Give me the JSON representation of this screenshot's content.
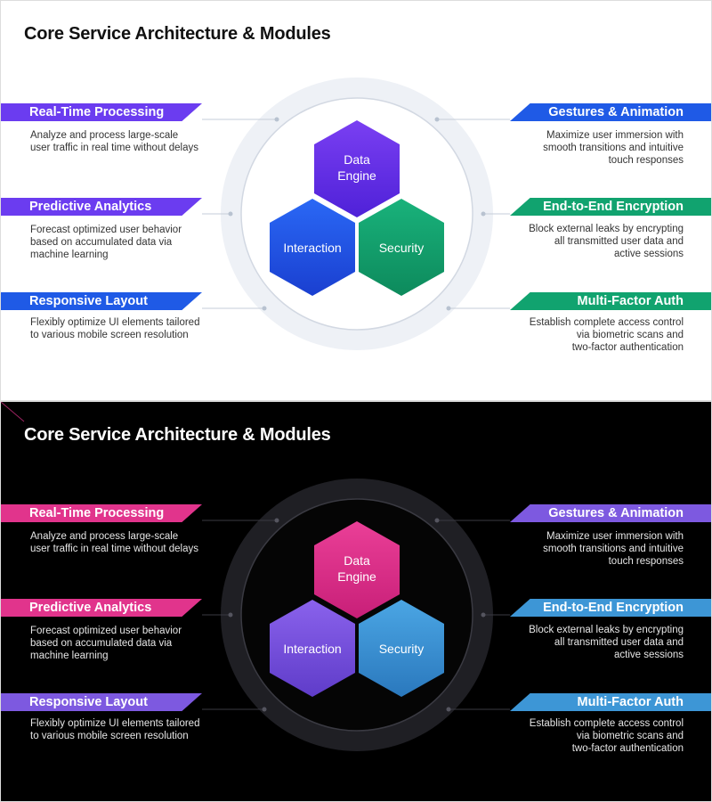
{
  "panels": [
    {
      "theme": "light",
      "title": "Core Service Architecture & Modules",
      "features_left": [
        {
          "title": "Real-Time Processing",
          "desc": "Analyze and process large-scale\nuser traffic in real time without delays",
          "color": "#6b3cf0"
        },
        {
          "title": "Predictive Analytics",
          "desc": "Forecast optimized user behavior\nbased on accumulated data via\nmachine learning",
          "color": "#6b3cf0"
        },
        {
          "title": "Responsive Layout",
          "desc": "Flexibly optimize UI elements tailored\nto various mobile screen resolution",
          "color": "#1f5ae6"
        }
      ],
      "features_right": [
        {
          "title": "Gestures & Animation",
          "desc": "Maximize user immersion with\nsmooth transitions and intuitive\ntouch responses",
          "color": "#1f5ae6"
        },
        {
          "title": "End-to-End Encryption",
          "desc": "Block external leaks by encrypting\nall transmitted user data and\nactive sessions",
          "color": "#11a36f"
        },
        {
          "title": "Multi-Factor Auth",
          "desc": "Establish complete access control\nvia biometric scans and\ntwo-factor authentication",
          "color": "#11a36f"
        }
      ],
      "hexagons": {
        "top": {
          "line1": "Data",
          "line2": "Engine",
          "color_a": "#7a3ff2",
          "color_b": "#4f21d8"
        },
        "left": {
          "label": "Interaction",
          "color_a": "#2a68f5",
          "color_b": "#1a3fd0"
        },
        "right": {
          "label": "Security",
          "color_a": "#19b27b",
          "color_b": "#0d8a5c"
        }
      },
      "colors": {
        "ring_outer": "#eef1f6",
        "ring_inner": "#ffffff",
        "ring_line": "#d2d8e2",
        "connector": "#c5cdd8",
        "dot": "#b8c2d0"
      }
    },
    {
      "theme": "dark",
      "title": "Core Service Architecture & Modules",
      "features_left": [
        {
          "title": "Real-Time Processing",
          "desc": "Analyze and process large-scale\nuser traffic in real time without delays",
          "color": "#e1348c"
        },
        {
          "title": "Predictive Analytics",
          "desc": "Forecast optimized user behavior\nbased on accumulated data via\nmachine learning",
          "color": "#e1348c"
        },
        {
          "title": "Responsive Layout",
          "desc": "Flexibly optimize UI elements tailored\nto various mobile screen resolution",
          "color": "#7d59e0"
        }
      ],
      "features_right": [
        {
          "title": "Gestures & Animation",
          "desc": "Maximize user immersion with\nsmooth transitions and intuitive\ntouch responses",
          "color": "#7d59e0"
        },
        {
          "title": "End-to-End Encryption",
          "desc": "Block external leaks by encrypting\nall transmitted user data and\nactive sessions",
          "color": "#3d96d6"
        },
        {
          "title": "Multi-Factor Auth",
          "desc": "Establish complete access control\nvia biometric scans and\ntwo-factor authentication",
          "color": "#3d96d6"
        }
      ],
      "hexagons": {
        "top": {
          "line1": "Data",
          "line2": "Engine",
          "color_a": "#ea3f97",
          "color_b": "#c81f78"
        },
        "left": {
          "label": "Interaction",
          "color_a": "#8a62ec",
          "color_b": "#5f3cc9"
        },
        "right": {
          "label": "Security",
          "color_a": "#4ba6e4",
          "color_b": "#2a78bd"
        }
      },
      "colors": {
        "ring_outer": "#1f1f24",
        "ring_inner": "#050505",
        "ring_line": "#3a3a42",
        "connector": "#3a3a42",
        "dot": "#55555f"
      }
    }
  ]
}
